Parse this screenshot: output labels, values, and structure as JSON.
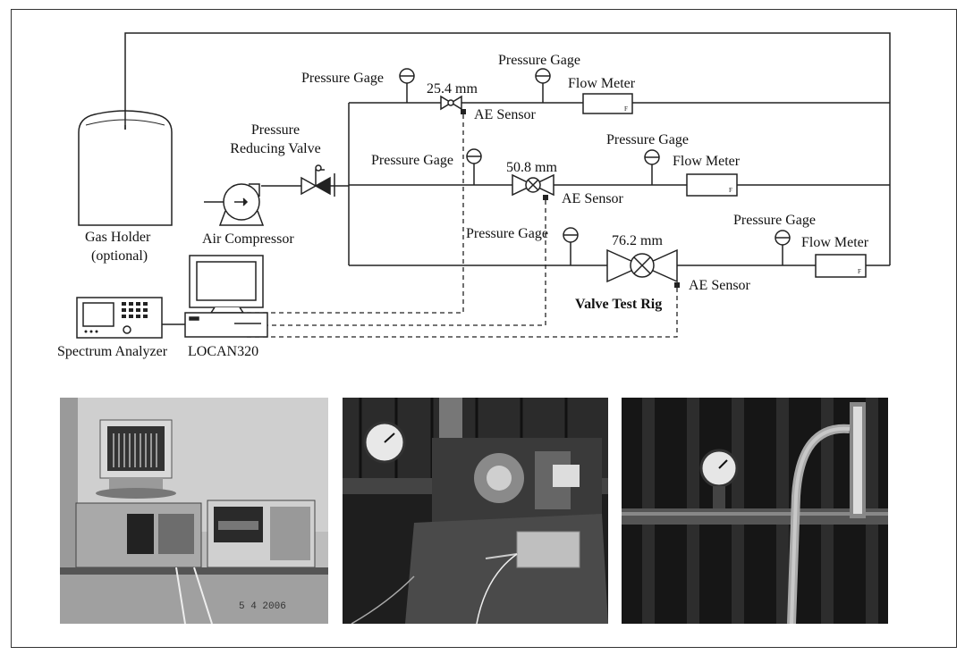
{
  "labels": {
    "pressure_gage": "Pressure Gage",
    "flow_meter": "Flow Meter",
    "ae_sensor": "AE Sensor",
    "size_small": "25.4 mm",
    "size_medium": "50.8 mm",
    "size_large": "76.2 mm",
    "prv_line1": "Pressure",
    "prv_line2": "Reducing Valve",
    "gas_holder_line1": "Gas Holder",
    "gas_holder_line2": "(optional)",
    "air_compressor": "Air Compressor",
    "valve_test_rig": "Valve Test Rig",
    "spectrum_analyzer": "Spectrum Analyzer",
    "locan": "LOCAN320",
    "flow_meter_mark": "F"
  },
  "photos": [
    {
      "name": "instrumentation-photo"
    },
    {
      "name": "test-rig-photo"
    },
    {
      "name": "flow-meter-photo"
    }
  ],
  "photo_date_stamp": "5  4 2006"
}
